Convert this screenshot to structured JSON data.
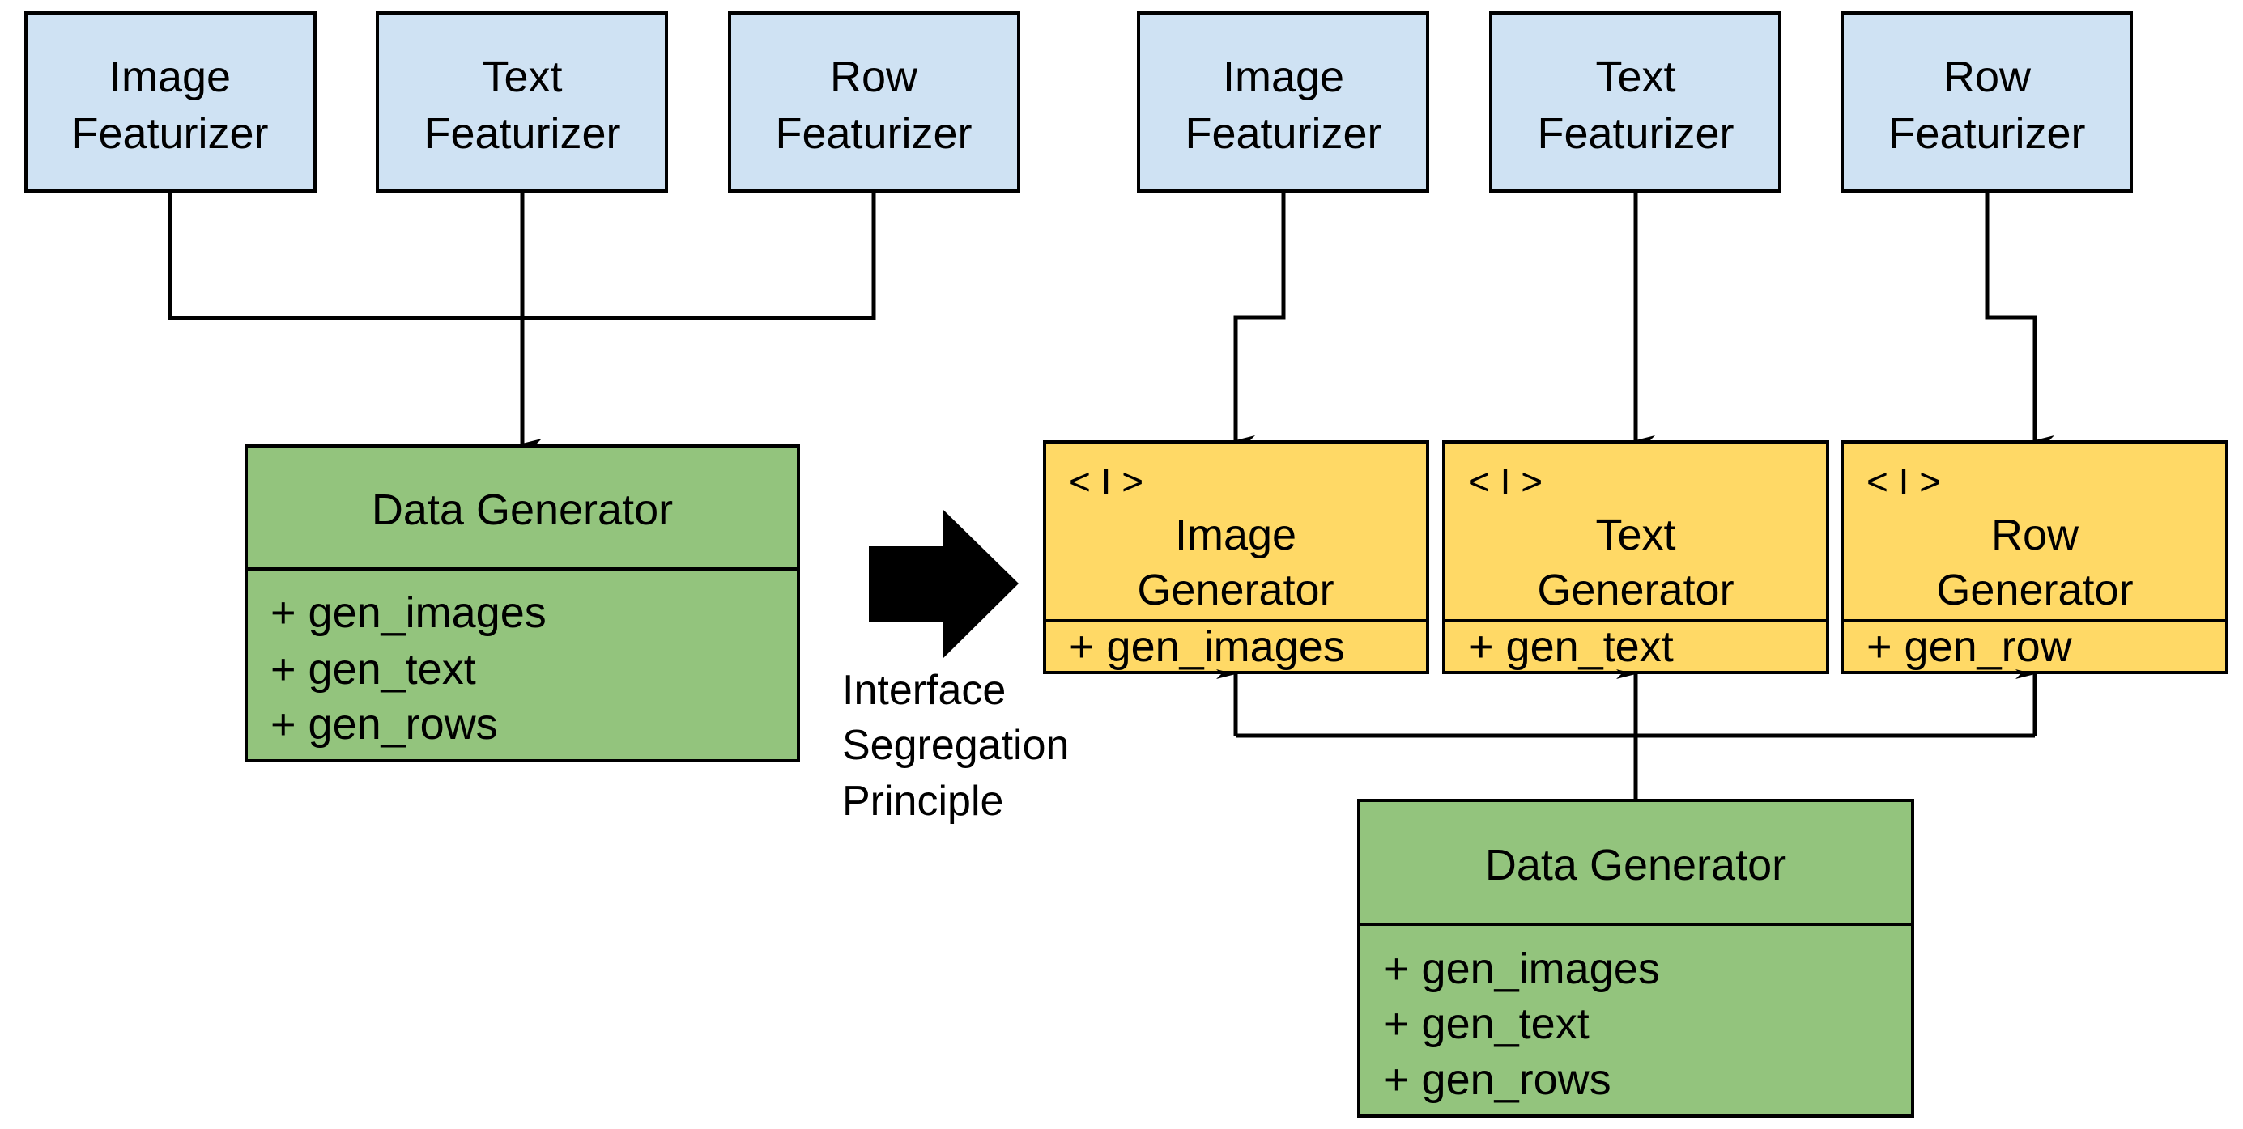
{
  "title": "Interface Segregation Principle diagram",
  "colors": {
    "featurizer_fill": "#cfe2f3",
    "interface_fill": "#ffd966",
    "generator_fill": "#93c47d",
    "stroke": "#000000"
  },
  "left": {
    "featurizers": [
      {
        "line1": "Image",
        "line2": "Featurizer"
      },
      {
        "line1": "Text",
        "line2": "Featurizer"
      },
      {
        "line1": "Row",
        "line2": "Featurizer"
      }
    ],
    "generator": {
      "title": "Data Generator",
      "methods": [
        "+ gen_images",
        "+ gen_text",
        "+ gen_rows"
      ]
    }
  },
  "transition": {
    "icon": "right-arrow-icon",
    "label_lines": [
      "Interface",
      "Segregation",
      "Principle"
    ]
  },
  "right": {
    "featurizers": [
      {
        "line1": "Image",
        "line2": "Featurizer"
      },
      {
        "line1": "Text",
        "line2": "Featurizer"
      },
      {
        "line1": "Row",
        "line2": "Featurizer"
      }
    ],
    "interfaces": [
      {
        "stereotype": "< I >",
        "line1": "Image",
        "line2": "Generator",
        "method": "+ gen_images"
      },
      {
        "stereotype": "< I >",
        "line1": "Text",
        "line2": "Generator",
        "method": "+ gen_text"
      },
      {
        "stereotype": "< I >",
        "line1": "Row",
        "line2": "Generator",
        "method": "+ gen_row"
      }
    ],
    "generator": {
      "title": "Data Generator",
      "methods": [
        "+ gen_images",
        "+ gen_text",
        "+ gen_rows"
      ]
    }
  }
}
